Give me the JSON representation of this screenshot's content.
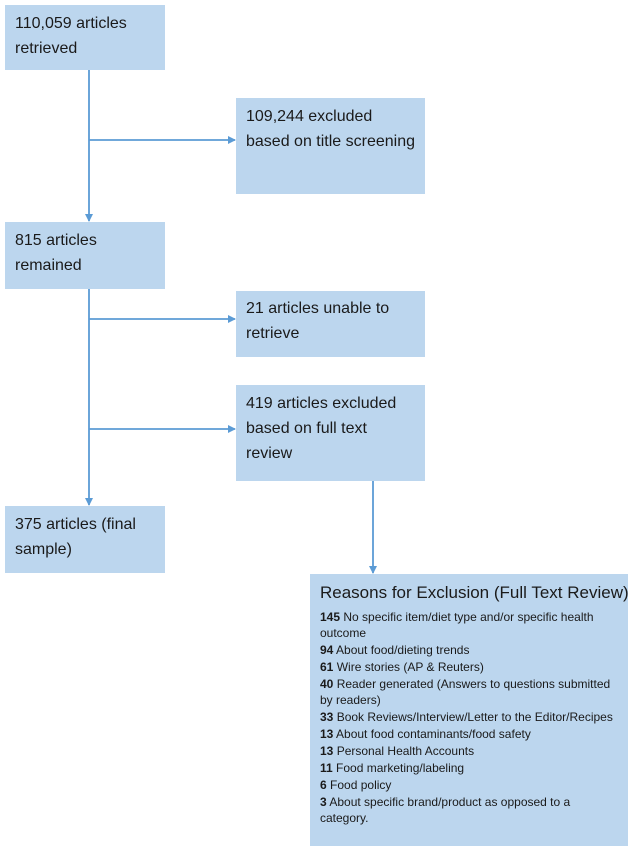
{
  "boxes": {
    "retrieved": "110,059 articles retrieved",
    "title_excluded": "109,244 excluded based on title screening",
    "remained": "815 articles remained",
    "unable": "21 articles unable to retrieve",
    "fulltext_excluded": "419 articles excluded based on full text review",
    "final": "375 articles (final sample)"
  },
  "reasons": {
    "title": "Reasons for Exclusion (Full Text Review)",
    "items": [
      {
        "count": "145",
        "text": "No specific item/diet type and/or specific health outcome"
      },
      {
        "count": "94",
        "text": "About food/dieting trends"
      },
      {
        "count": "61",
        "text": "Wire stories (AP & Reuters)"
      },
      {
        "count": "40",
        "text": "Reader generated (Answers to questions submitted by readers)"
      },
      {
        "count": "33",
        "text": "Book Reviews/Interview/Letter to the Editor/Recipes"
      },
      {
        "count": "13",
        "text": "About food contaminants/food safety"
      },
      {
        "count": "13",
        "text": "Personal Health Accounts"
      },
      {
        "count": "11",
        "text": "Food marketing/labeling"
      },
      {
        "count": "6",
        "text": "Food policy"
      },
      {
        "count": "3",
        "text": "About specific brand/product as opposed to a category."
      }
    ]
  },
  "colors": {
    "box_fill": "#bcd6ee",
    "arrow": "#5b9bd5"
  }
}
